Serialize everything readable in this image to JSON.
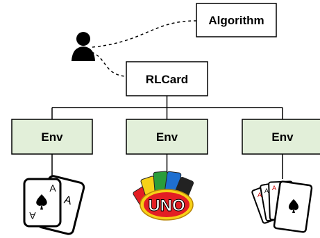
{
  "diagram": {
    "algorithm_label": "Algorithm",
    "rlcard_label": "RLCard",
    "env_labels": [
      "Env",
      "Env",
      "Env"
    ],
    "uno_logo_text": "UNO",
    "card_rank_a": "A"
  },
  "colors": {
    "box_fill": "#ffffff",
    "env_fill": "#e2efd9",
    "stroke": "#000000",
    "uno_red": "#e31e24",
    "uno_yellow": "#f7d117"
  },
  "icons": [
    "user-icon",
    "playing-cards-icon",
    "uno-cards-icon",
    "four-aces-icon"
  ]
}
